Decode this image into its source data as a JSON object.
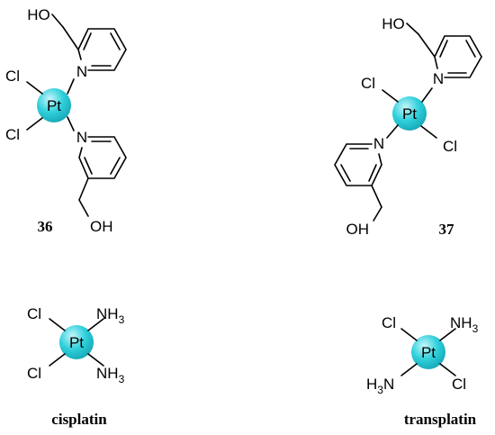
{
  "colors": {
    "platinum_sphere": "#2fd0dc",
    "platinum_highlight": "#c8f6fa",
    "bond": "#000000"
  },
  "atoms": {
    "pt": "Pt",
    "cl": "Cl",
    "n": "N",
    "oh": "OH",
    "ho": "HO",
    "nh3_N": "NH",
    "nh3_sub": "3",
    "h3n_H": "H",
    "h3n_sub": "3",
    "h3n_N": "N"
  },
  "compounds": {
    "c36": {
      "label": "36"
    },
    "c37": {
      "label": "37"
    },
    "cisplatin": {
      "label": "cisplatin"
    },
    "transplatin": {
      "label": "transplatin"
    }
  }
}
